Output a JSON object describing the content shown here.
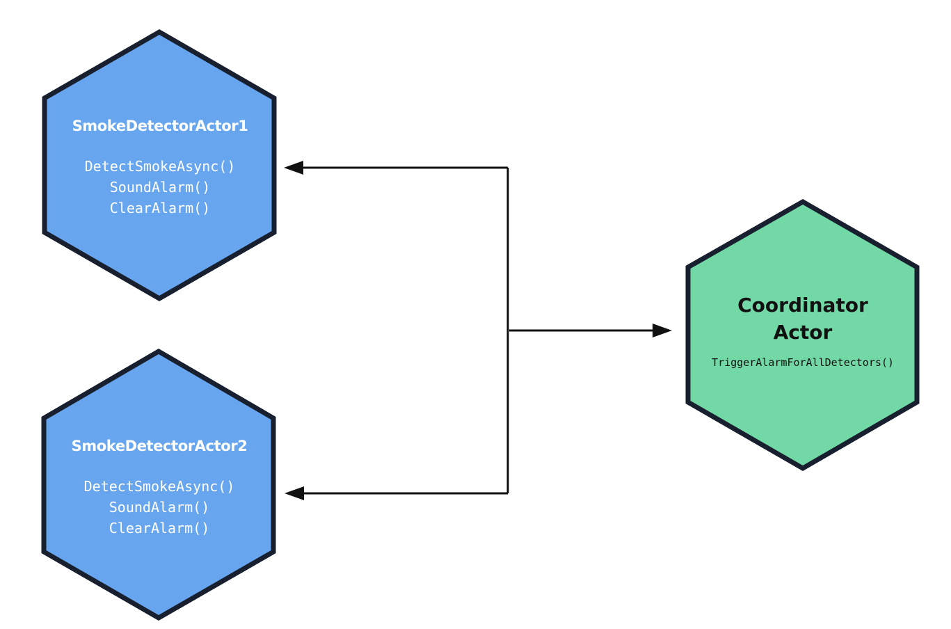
{
  "colors": {
    "detector_fill": "#67a6ee",
    "coordinator_fill": "#72d8a6",
    "outline": "#18202f",
    "connector": "#111111"
  },
  "nodes": {
    "detector1": {
      "title": "SmokeDetectorActor1",
      "methods": [
        "DetectSmokeAsync()",
        "SoundAlarm()",
        "ClearAlarm()"
      ]
    },
    "detector2": {
      "title": "SmokeDetectorActor2",
      "methods": [
        "DetectSmokeAsync()",
        "SoundAlarm()",
        "ClearAlarm()"
      ]
    },
    "coordinator": {
      "title_lines": [
        "Coordinator",
        "Actor"
      ],
      "methods": [
        "TriggerAlarmForAllDetectors()"
      ]
    }
  }
}
